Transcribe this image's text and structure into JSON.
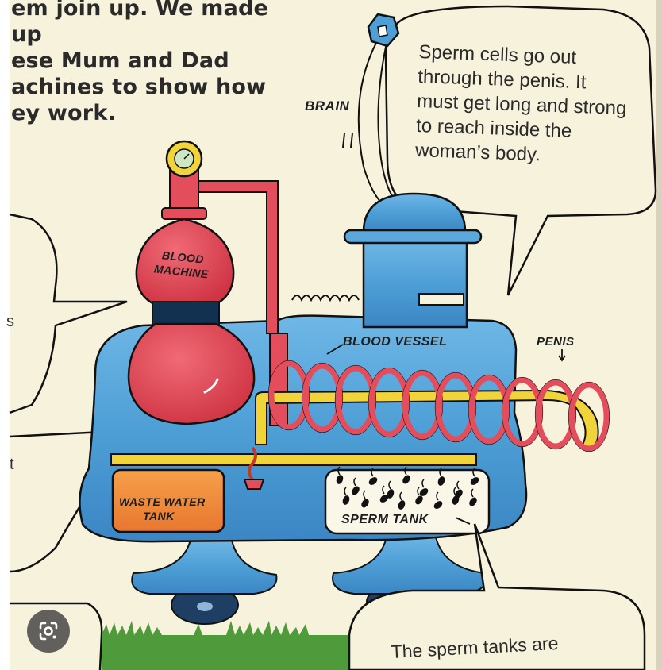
{
  "intro_text": "em join up. We made up\nese Mum and Dad\nachines to show how\ney work.",
  "speech_bubble_top": {
    "lines": [
      "Sperm cells go out",
      "through the penis. It",
      "must get long and strong",
      "to reach inside the",
      "woman’s body."
    ]
  },
  "labels": {
    "brain": "BRAIN",
    "blood_machine_1": "BLOOD",
    "blood_machine_2": "MACHINE",
    "blood_vessel": "BLOOD VESSEL",
    "penis": "PENIS",
    "waste_water_tank_1": "WASTE WATER",
    "waste_water_tank_2": "TANK",
    "sperm_tank": "SPERM TANK"
  },
  "bottom_bubble_text": "The sperm tanks are",
  "left_fragments": {
    "mid": "s",
    "low": "t"
  },
  "colors": {
    "machine_blue": "#4e9fd6",
    "blood_red": "#e44d5b",
    "tube_yellow": "#f0d43a",
    "tank_orange": "#f28c3a",
    "grass_green": "#4f9a3a",
    "page_cream": "#f7f2dc"
  },
  "icons": {
    "lens_button": "google-lens-icon"
  }
}
